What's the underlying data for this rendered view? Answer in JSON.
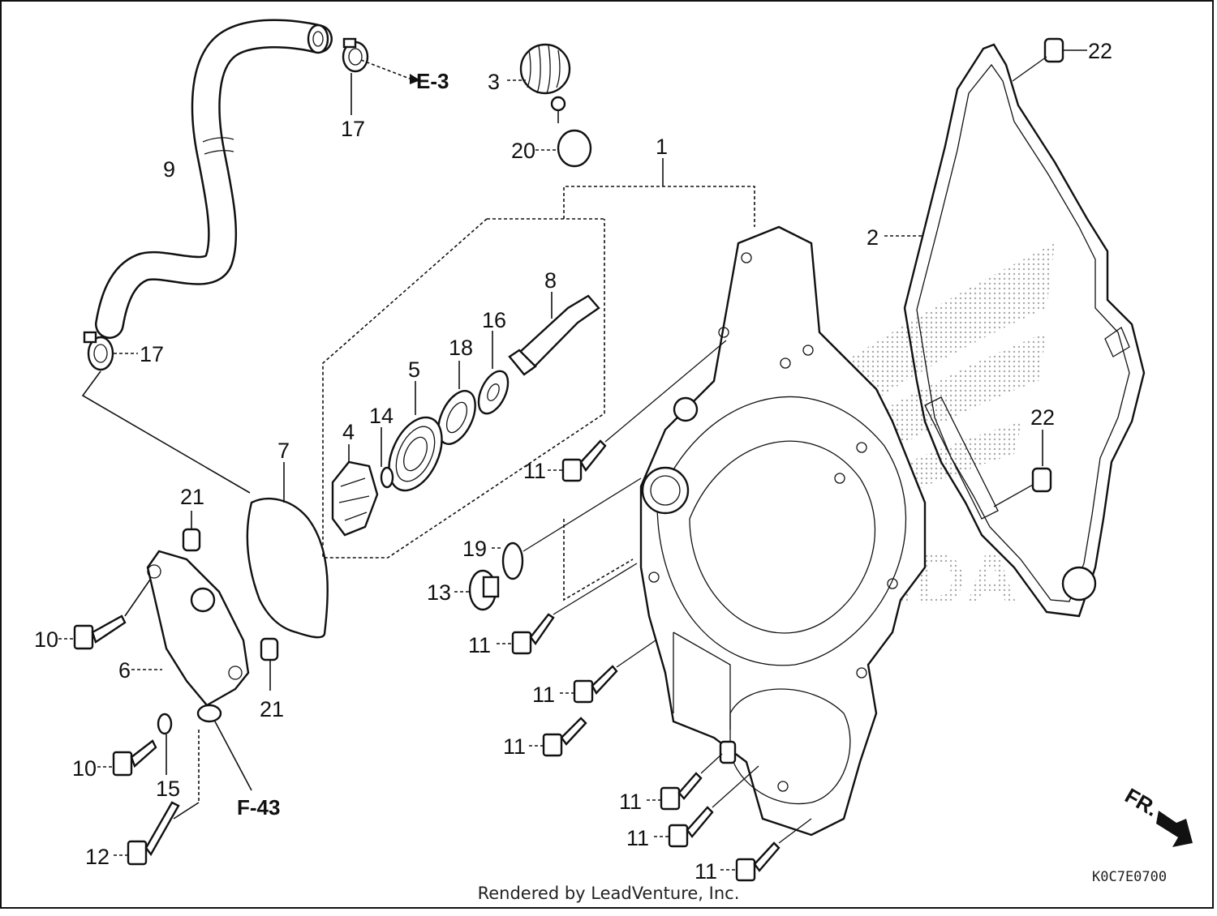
{
  "diagram": {
    "labels": {
      "p1": "1",
      "p2": "2",
      "p3": "3",
      "p4": "4",
      "p5": "5",
      "p6": "6",
      "p7": "7",
      "p8": "8",
      "p9": "9",
      "p10a": "10",
      "p10b": "10",
      "p11a": "11",
      "p11b": "11",
      "p11c": "11",
      "p11d": "11",
      "p11e": "11",
      "p11f": "11",
      "p11g": "11",
      "p12": "12",
      "p13": "13",
      "p14": "14",
      "p15": "15",
      "p16": "16",
      "p17a": "17",
      "p17b": "17",
      "p18": "18",
      "p19": "19",
      "p20": "20",
      "p21a": "21",
      "p21b": "21",
      "p22a": "22",
      "p22b": "22"
    },
    "refs": {
      "e3": "E-3",
      "f43": "F-43",
      "fr": "FR."
    },
    "watermark": "HONDA",
    "code": "K0C7E0700"
  },
  "footer": "Rendered by LeadVenture, Inc."
}
